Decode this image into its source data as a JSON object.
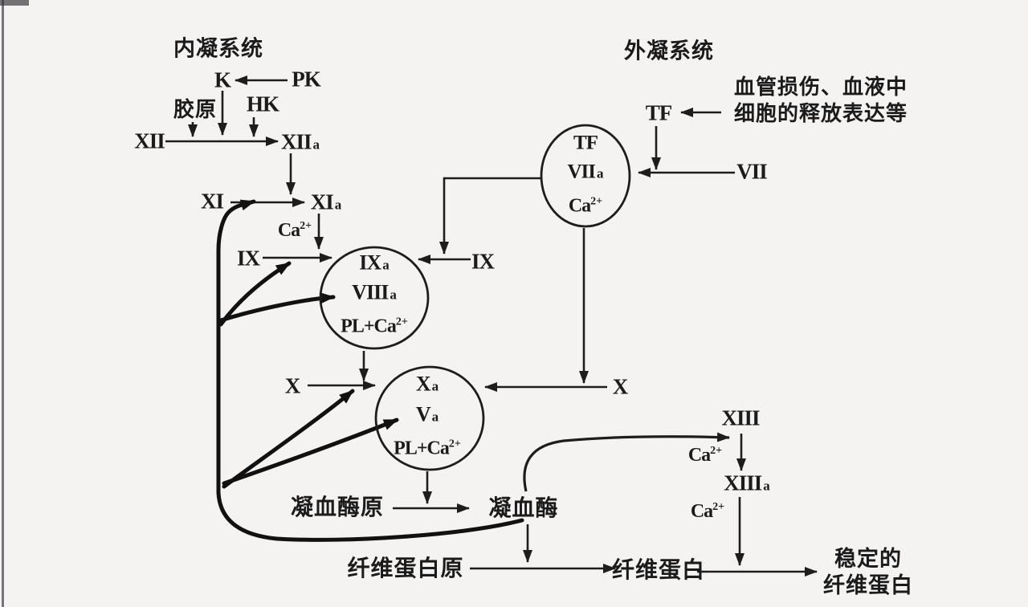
{
  "diagram": {
    "intrinsic_title": "内凝系统",
    "extrinsic_title": "外凝系统",
    "pk": "PK",
    "k": "K",
    "collagen": "胶原",
    "hk": "HK",
    "f12": "XII",
    "f12a": {
      "base": "XII",
      "suffix": "a"
    },
    "f11": "XI",
    "f11a": {
      "base": "XI",
      "suffix": "a"
    },
    "ca_f11a": {
      "base": "Ca",
      "sup": "2+"
    },
    "f9_left": "IX",
    "f9_right": "IX",
    "circle_tenase": {
      "line1": {
        "base": "IX",
        "suffix": "a"
      },
      "line2": {
        "base": "VIII",
        "suffix": "a"
      },
      "line3": {
        "base": "PL+Ca",
        "sup": "2+"
      }
    },
    "tf": "TF",
    "injury_line1": "血管损伤、血液中",
    "injury_line2": "细胞的释放表达等",
    "f7": "VII",
    "circle_tf": {
      "line1": "TF",
      "line2": {
        "base": "VII",
        "suffix": "a"
      },
      "line3": {
        "base": "Ca",
        "sup": "2+"
      }
    },
    "f10_left": "X",
    "f10_right": "X",
    "circle_prothrombinase": {
      "line1": {
        "base": "X",
        "suffix": "a"
      },
      "line2": {
        "base": "V",
        "suffix": "a"
      },
      "line3": {
        "base": "PL+Ca",
        "sup": "2+"
      }
    },
    "prothrombin": "凝血酶原",
    "thrombin": "凝血酶",
    "fibrinogen": "纤维蛋白原",
    "fibrin": "纤维蛋白",
    "stable_fibrin_line1": "稳定的",
    "stable_fibrin_line2": "纤维蛋白",
    "f13": "XIII",
    "f13a": {
      "base": "XIII",
      "suffix": "a"
    },
    "ca_f13": {
      "base": "Ca",
      "sup": "2+"
    },
    "ca_f13a": {
      "base": "Ca",
      "sup": "2+"
    }
  },
  "colors": {
    "background": "#f4f3f2",
    "ink": "#1d1d1d"
  }
}
